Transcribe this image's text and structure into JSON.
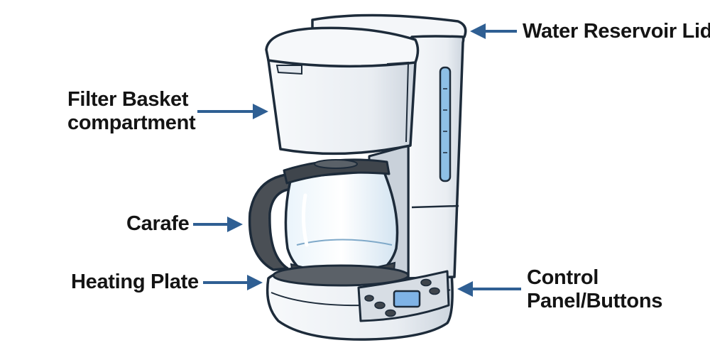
{
  "labels": {
    "water_reservoir_lid": "Water Reservoir Lid",
    "filter_basket_line1": "Filter Basket",
    "filter_basket_line2": "compartment",
    "carafe": "Carafe",
    "heating_plate": "Heating Plate",
    "control_panel_line1": "Control",
    "control_panel_line2": "Panel/Buttons"
  },
  "colors": {
    "arrow": "#2f5f93",
    "outline": "#1d2b3a",
    "body": "#eef1f5",
    "shade": "#cfd6de",
    "glass": "#dcecf7",
    "water_window": "#8ec0e6",
    "handle": "#4a4f55",
    "display": "#7fb3e6"
  },
  "icons": {
    "arrow": "arrow-left-icon"
  }
}
